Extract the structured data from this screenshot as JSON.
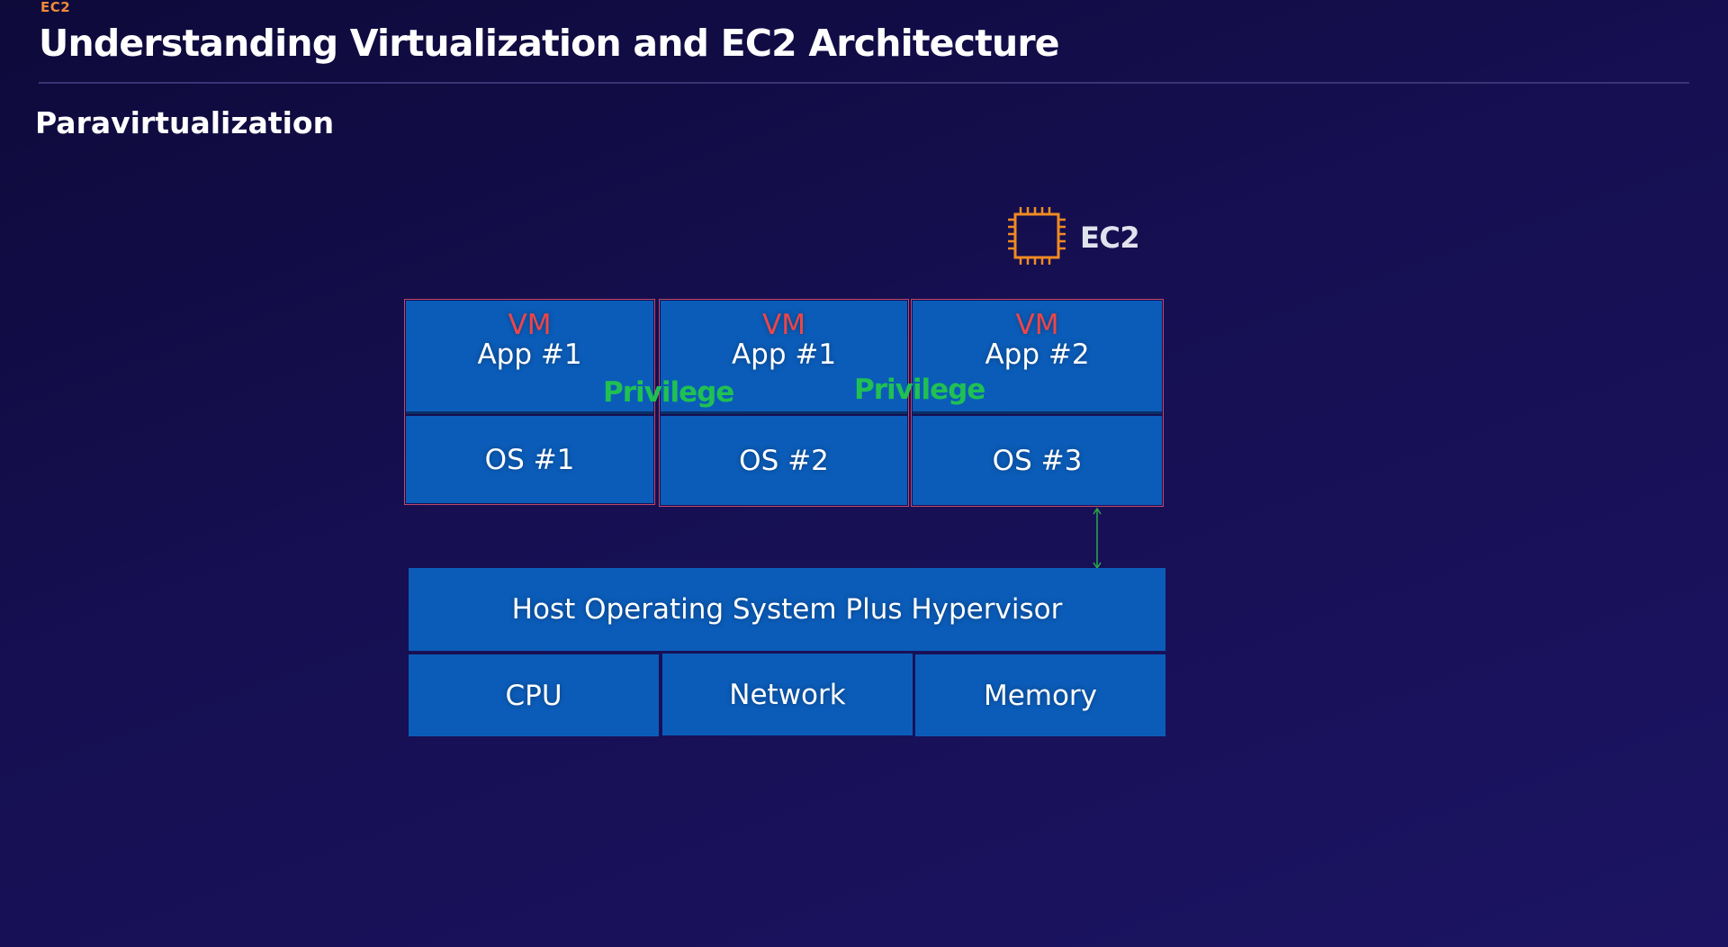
{
  "header": {
    "eyebrow": "EC2",
    "title": "Understanding Virtualization and EC2 Architecture",
    "subtitle": "Paravirtualization"
  },
  "badge": {
    "label": "EC2",
    "icon": "chip-icon",
    "icon_color": "#f08a22"
  },
  "vms": [
    {
      "vm_label": "VM",
      "app": "App #1",
      "os": "OS #1"
    },
    {
      "vm_label": "VM",
      "app": "App #1",
      "os": "OS #2"
    },
    {
      "vm_label": "VM",
      "app": "App #2",
      "os": "OS #3"
    }
  ],
  "privilege_labels": [
    "Privilege",
    "Privilege"
  ],
  "host": {
    "label": "Host Operating System Plus Hypervisor",
    "resources": [
      "CPU",
      "Network",
      "Memory"
    ]
  },
  "colors": {
    "box_blue": "#0b5cb8",
    "vm_red": "#ee4548",
    "privilege_green": "#20c053",
    "accent_orange": "#f08a3a"
  }
}
